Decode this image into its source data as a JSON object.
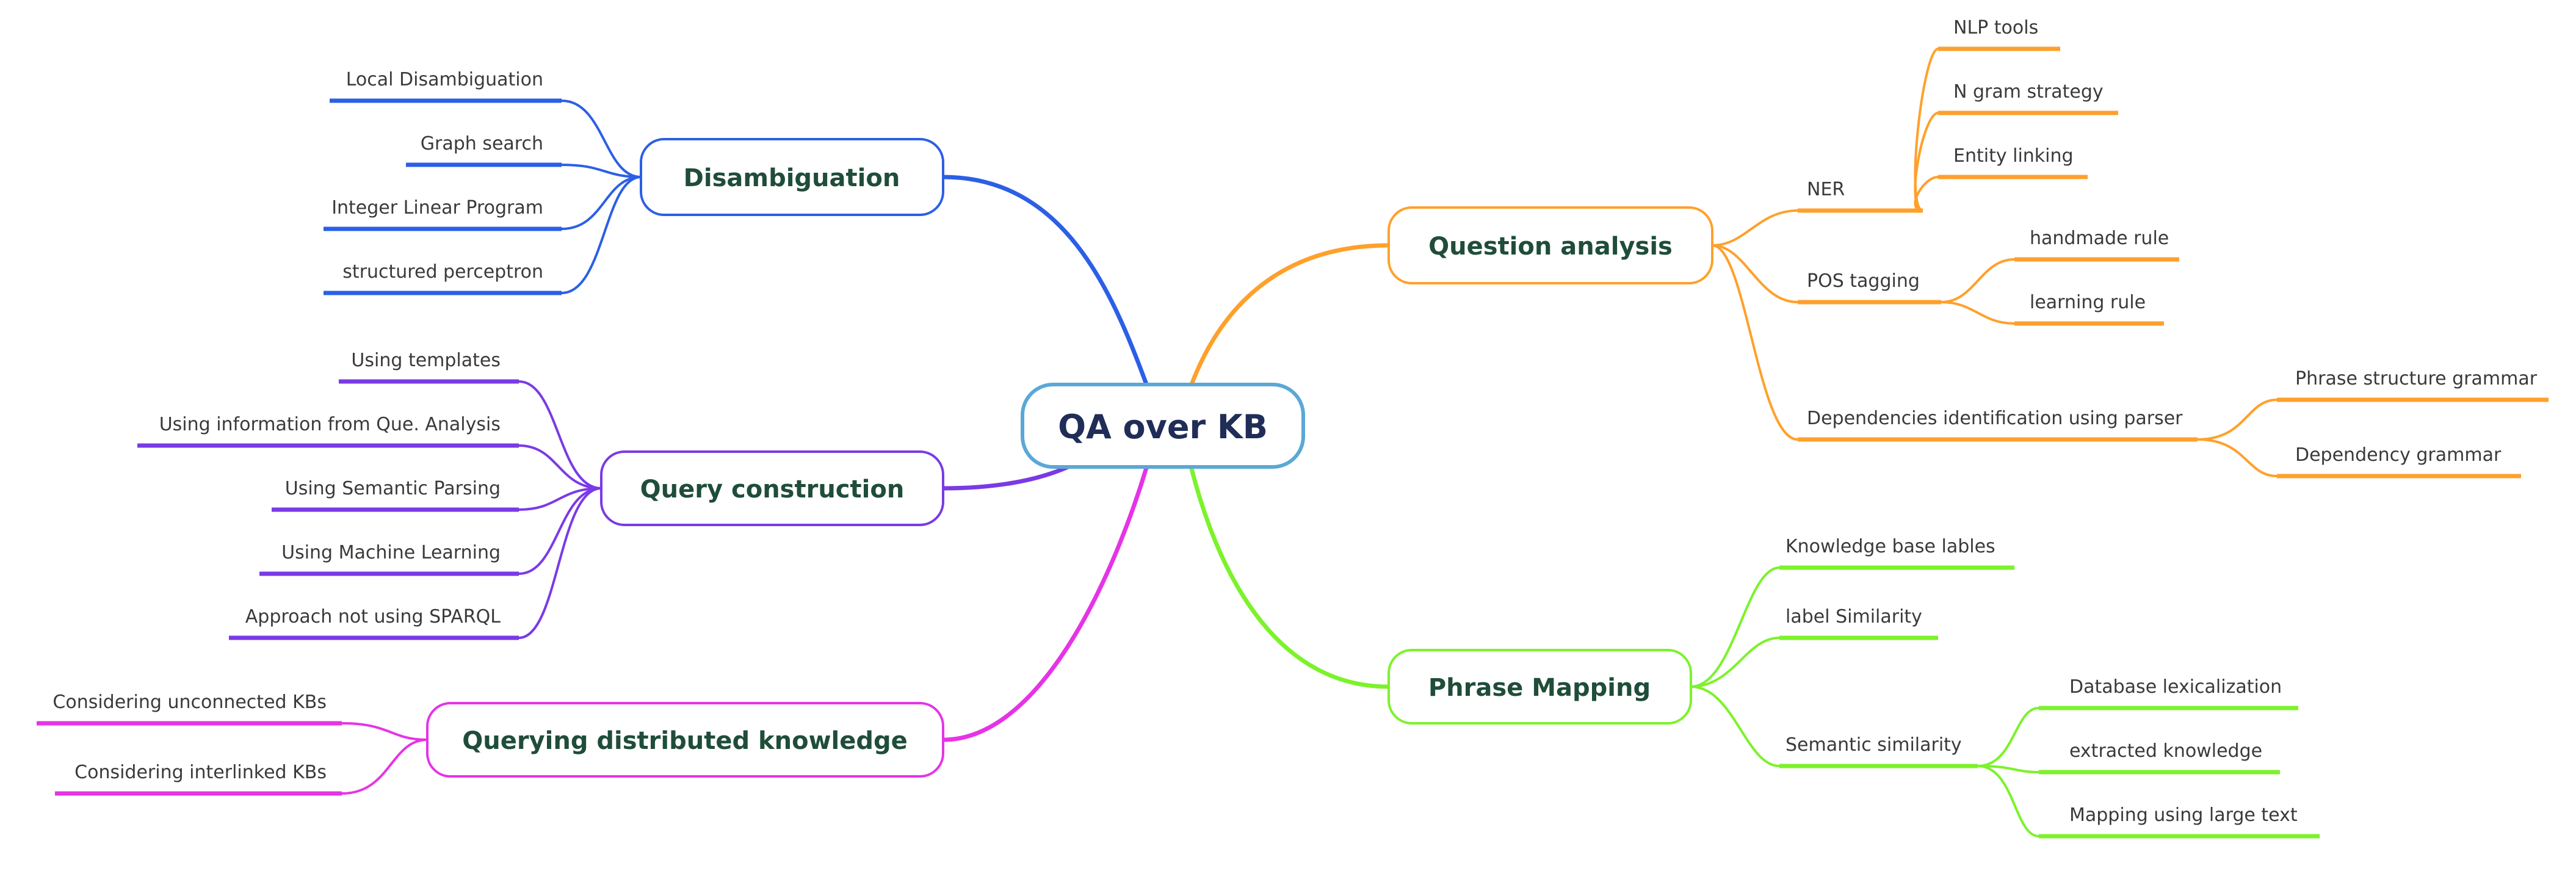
{
  "central": {
    "label": "QA over KB"
  },
  "colors": {
    "central_border": "#5aa8d6",
    "disambiguation": "#2b5fe6",
    "query_construction": "#7a3ae6",
    "querying_distributed": "#e633e6",
    "question_analysis": "#ffa02b",
    "phrase_mapping": "#7cf22b"
  },
  "branches": {
    "disambiguation": {
      "label": "Disambiguation",
      "items": [
        "Local Disambiguation",
        "Graph search",
        "Integer Linear Program",
        "structured perceptron"
      ]
    },
    "query_construction": {
      "label": "Query construction",
      "items": [
        "Using templates",
        "Using information from Que. Analysis",
        "Using Semantic Parsing",
        "Using Machine Learning",
        "Approach not using SPARQL"
      ]
    },
    "querying_distributed": {
      "label": "Querying distributed knowledge",
      "items": [
        "Considering unconnected KBs",
        "Considering interlinked KBs"
      ]
    },
    "question_analysis": {
      "label": "Question analysis",
      "ner": {
        "label": "NER",
        "items": [
          "NLP tools",
          "N gram strategy",
          "Entity linking"
        ]
      },
      "pos": {
        "label": "POS tagging",
        "items": [
          "handmade rule",
          "learning rule"
        ]
      },
      "dep": {
        "label": "Dependencies identification using parser",
        "items": [
          "Phrase structure grammar",
          "Dependency grammar"
        ]
      }
    },
    "phrase_mapping": {
      "label": "Phrase Mapping",
      "kb_labels": {
        "label": "Knowledge base lables"
      },
      "label_sim": {
        "label": "label Similarity"
      },
      "semantic": {
        "label": "Semantic similarity",
        "items": [
          "Database lexicalization",
          "extracted knowledge",
          "Mapping using large text"
        ]
      }
    }
  }
}
